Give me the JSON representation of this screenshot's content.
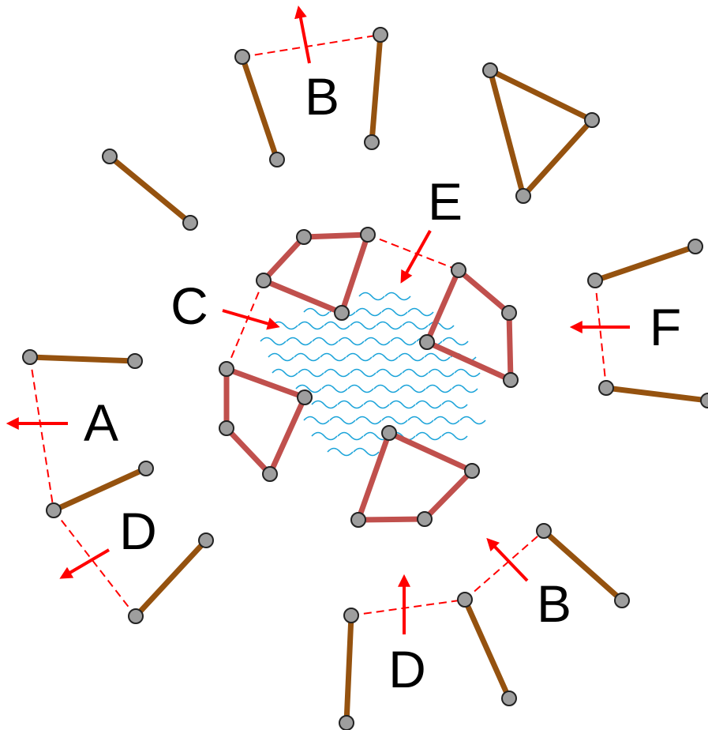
{
  "labels": {
    "a": "A",
    "b_top": "B",
    "b_bottom": "B",
    "c": "C",
    "d_left": "D",
    "d_bottom": "D",
    "e": "E",
    "f": "F"
  },
  "colors": {
    "link_outer": "#95520f",
    "link_inner": "#c0504d",
    "node_fill": "#9e9e9e",
    "node_stroke": "#222222",
    "arrow": "#ff0000",
    "dashed": "#ff0000",
    "water": "#1aa3d9"
  }
}
